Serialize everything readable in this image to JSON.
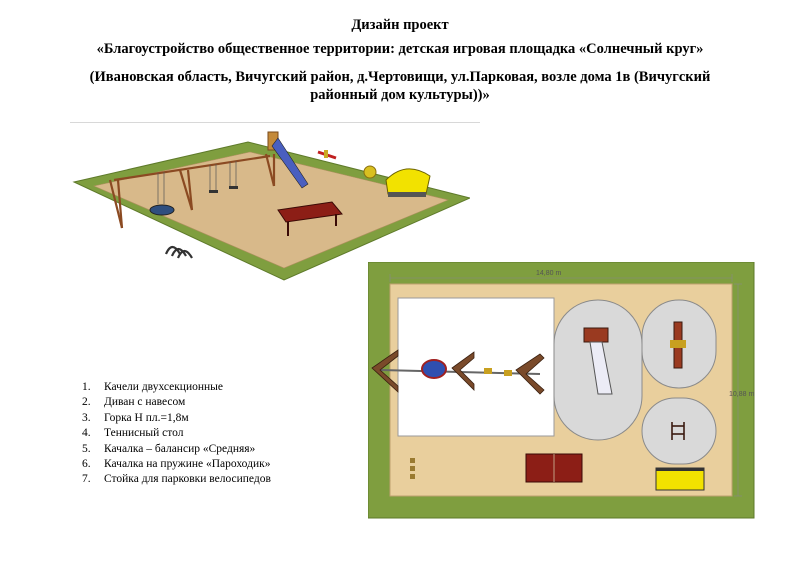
{
  "document": {
    "heading": "Дизайн проект",
    "subtitle": "«Благоустройство общественное территории: детская игровая площадка «Солнечный круг»",
    "address": "(Ивановская область, Вичугский район, д.Чертовищи, ул.Парковая, возле дома 1в (Вичугский районный дом культуры))»"
  },
  "legend": [
    {
      "num": "1.",
      "text": "Качели двухсекционные"
    },
    {
      "num": "2.",
      "text": "Диван с навесом"
    },
    {
      "num": "3.",
      "text": "Горка Н пл.=1,8м"
    },
    {
      "num": "4.",
      "text": "Теннисный стол"
    },
    {
      "num": "5.",
      "text": "Качалка – балансир «Средняя»"
    },
    {
      "num": "6.",
      "text": "Качалка на пружине «Пароходик»"
    },
    {
      "num": "7.",
      "text": "Стойка для парковки велосипедов"
    }
  ],
  "plan": {
    "width_label": "14,80 m",
    "height_label": "10,88 m"
  },
  "colors": {
    "grass": "#7f9e3f",
    "sand": "#e9cf9d",
    "zone": "#d9d9d9",
    "slide": "#d9d9ee",
    "canopy": "#f2e200",
    "table": "#8c1e16",
    "rust": "#9a3a20"
  }
}
